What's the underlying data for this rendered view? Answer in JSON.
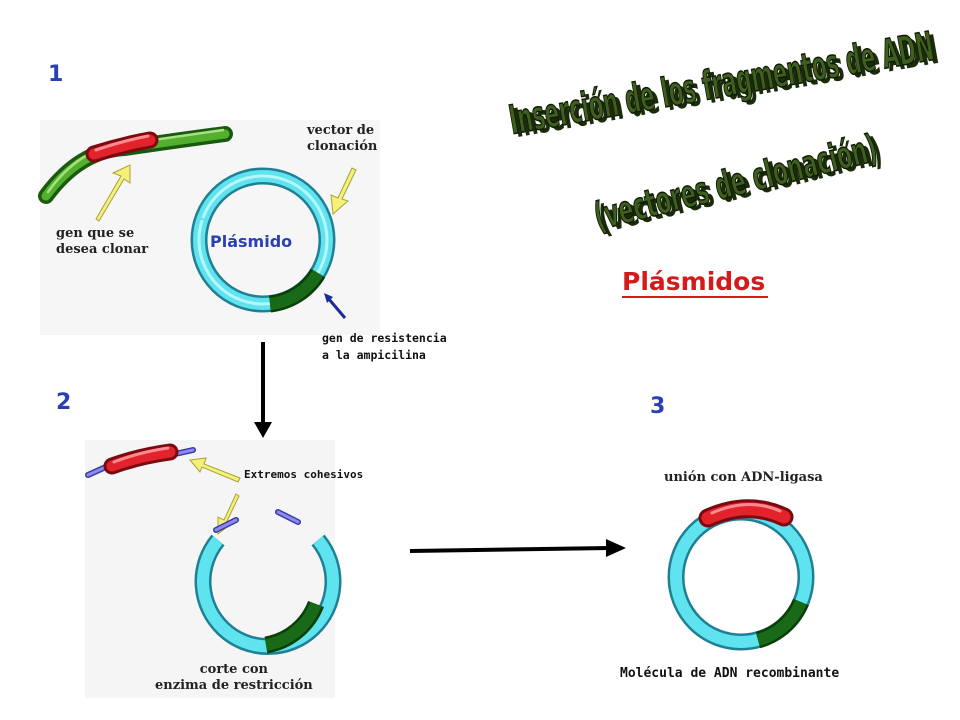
{
  "title": {
    "line1": "Inserción de los fragmentos de ADN",
    "line2": "(vectores de clonación)"
  },
  "subtitle": "Plásmidos",
  "steps": [
    "1",
    "2",
    "3"
  ],
  "panel1": {
    "vector_label": "vector de\nclonación",
    "gene_label": "gen que se\ndesea clonar",
    "plasmid_label": "Plásmido",
    "resistance_label": "gen de resistencia\na la ampicilina"
  },
  "panel2": {
    "sticky_ends_label": "Extremos cohesivos",
    "cut_label": "corte con\nenzima de restricción"
  },
  "panel3": {
    "ligase_label": "unión con ADN-ligasa",
    "result_label": "Molécula de ADN recombinante"
  },
  "colors": {
    "plasmid": "#5fe3ee",
    "chromosome": "#3a9a1a",
    "gene": "#e0202a",
    "resistance": "#176018",
    "sticky_end": "#6060d8",
    "step_number": "#2a3fb3",
    "subtitle": "#d41a1a",
    "title_3d": "#2f4a16"
  }
}
